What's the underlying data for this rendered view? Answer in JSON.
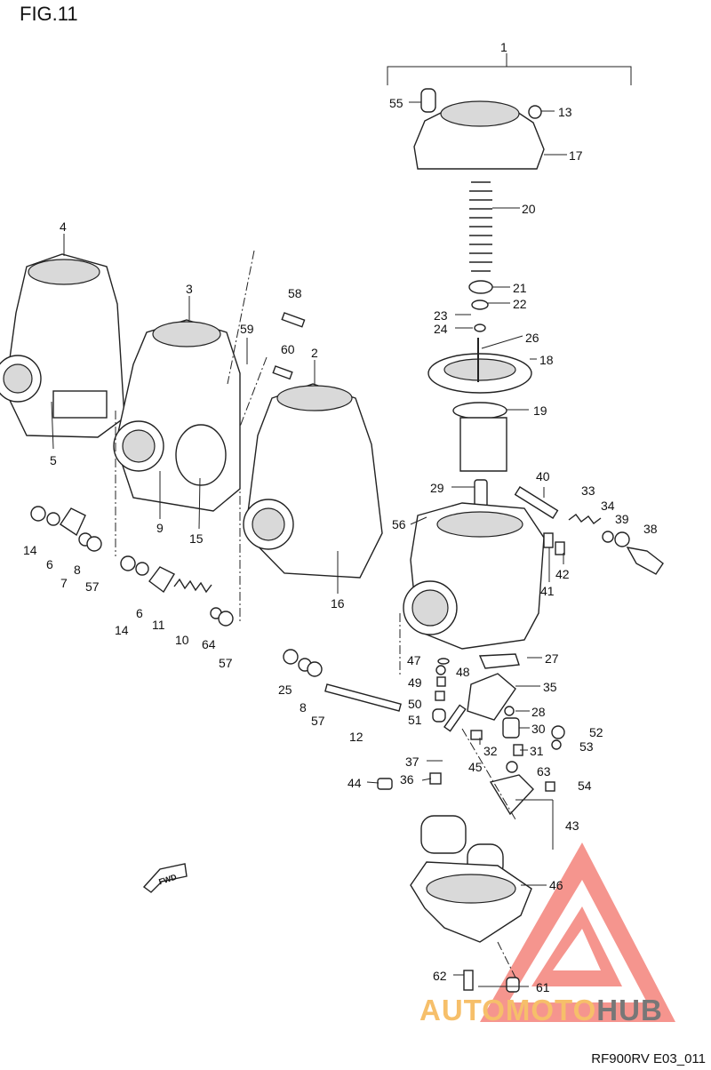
{
  "figure_title": "FIG.11",
  "footer_code": "RF900RV E03_011",
  "watermark": {
    "brand_part1": "AUTOMOTO",
    "brand_part2": "HUB",
    "logo_color": "#f4837b"
  },
  "fwd_label": "FWD",
  "callouts": [
    "1",
    "2",
    "3",
    "4",
    "5",
    "6",
    "6",
    "7",
    "8",
    "8",
    "9",
    "10",
    "11",
    "12",
    "13",
    "14",
    "14",
    "15",
    "16",
    "17",
    "18",
    "19",
    "20",
    "21",
    "22",
    "23",
    "24",
    "25",
    "26",
    "27",
    "28",
    "29",
    "30",
    "31",
    "32",
    "33",
    "34",
    "35",
    "36",
    "37",
    "38",
    "39",
    "40",
    "41",
    "42",
    "43",
    "44",
    "45",
    "46",
    "47",
    "48",
    "49",
    "50",
    "51",
    "52",
    "53",
    "54",
    "55",
    "56",
    "57",
    "57",
    "57",
    "58",
    "59",
    "60",
    "61",
    "62",
    "63",
    "64"
  ]
}
